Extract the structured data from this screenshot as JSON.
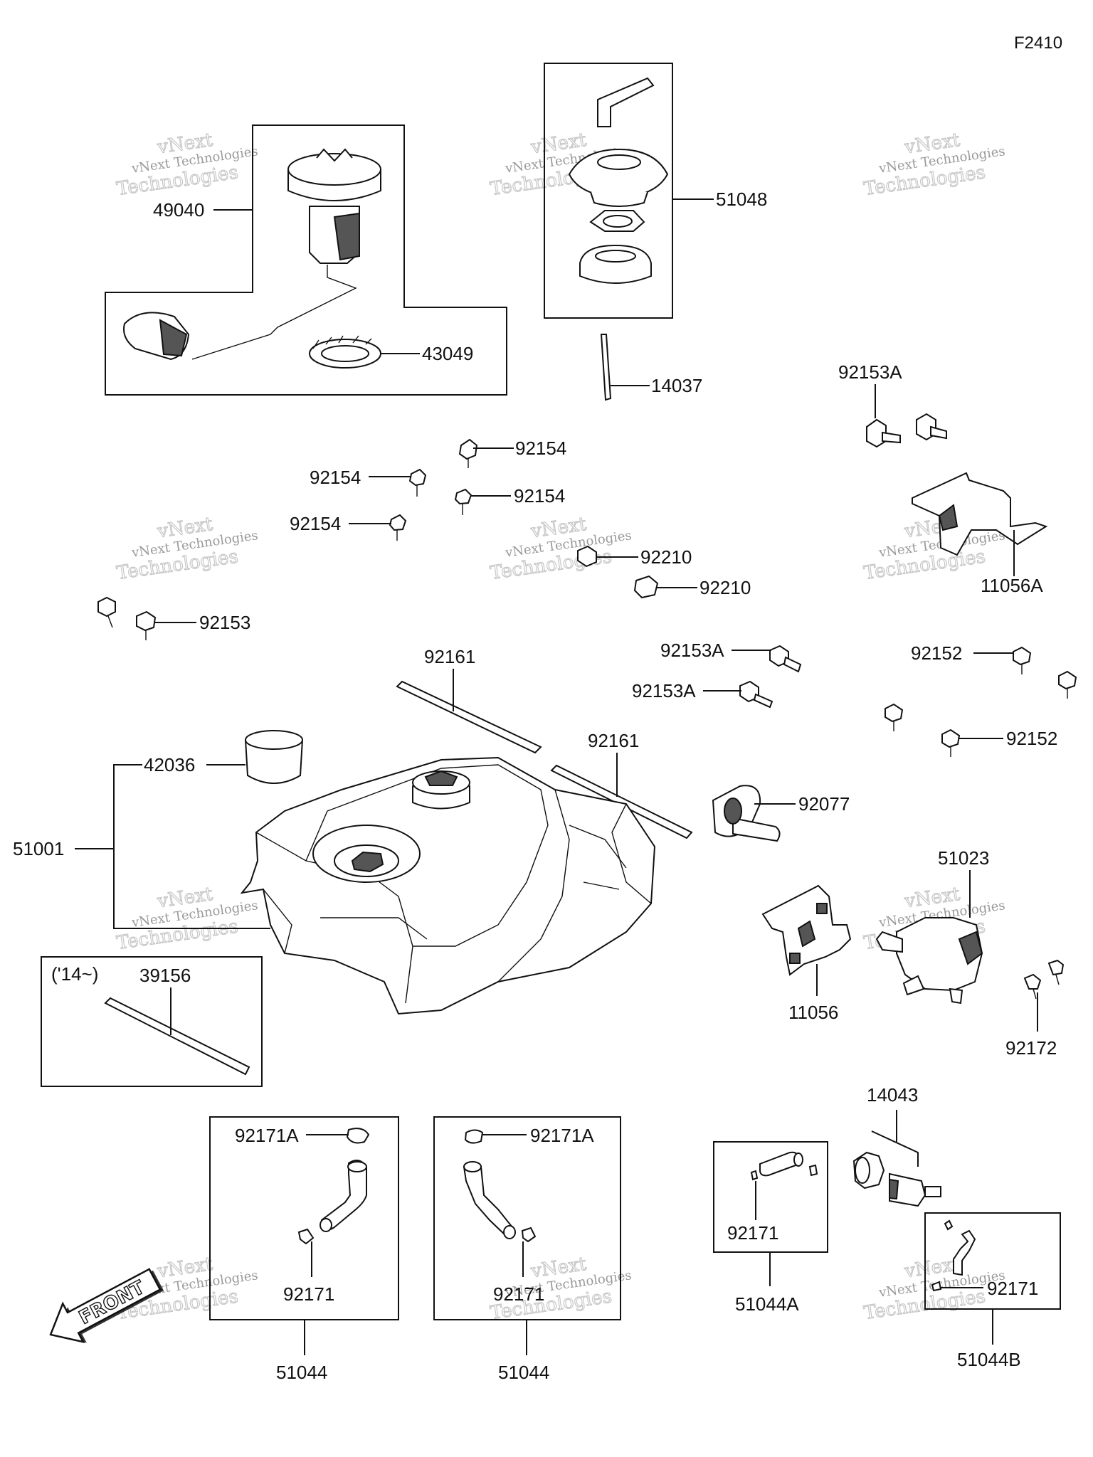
{
  "figure_code": "F2410",
  "watermark": {
    "line1": "vNext Technologies",
    "line2": "vNext",
    "line3": "Technologies"
  },
  "front_marker": "FRONT",
  "range_note": "('14~)",
  "labels": {
    "p49040": "49040",
    "p43049": "43049",
    "p51048": "51048",
    "p14037": "14037",
    "p92153A_top": "92153A",
    "p11056A": "11056A",
    "p92154_a": "92154",
    "p92154_b": "92154",
    "p92154_c": "92154",
    "p92154_d": "92154",
    "p92210_a": "92210",
    "p92210_b": "92210",
    "p92153": "92153",
    "p92161_a": "92161",
    "p92161_b": "92161",
    "p92153A_a": "92153A",
    "p92153A_b": "92153A",
    "p92152_a": "92152",
    "p92152_b": "92152",
    "p42036": "42036",
    "p51001": "51001",
    "p92077": "92077",
    "p51023": "51023",
    "p11056": "11056",
    "p92172": "92172",
    "p39156": "39156",
    "p14043": "14043",
    "p92171A_a": "92171A",
    "p92171A_b": "92171A",
    "p92171_a": "92171",
    "p92171_b": "92171",
    "p92171_c": "92171",
    "p92171_d": "92171",
    "p51044_a": "51044",
    "p51044_b": "51044",
    "p51044A": "51044A",
    "p51044B": "51044B"
  }
}
